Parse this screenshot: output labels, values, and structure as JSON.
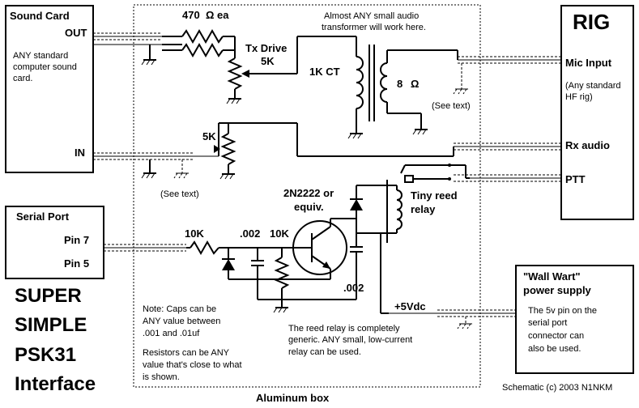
{
  "sound_card": {
    "title": "Sound Card",
    "out_label": "OUT",
    "in_label": "IN",
    "desc_1": "ANY standard",
    "desc_2": "computer sound",
    "desc_3": "card."
  },
  "serial_port": {
    "title": "Serial Port",
    "pin7": "Pin 7",
    "pin5": "Pin 5"
  },
  "big_title": [
    "SUPER",
    "SIMPLE",
    "PSK31",
    "Interface"
  ],
  "rig": {
    "title": "RIG",
    "mic_input": "Mic Input",
    "desc_1": "(Any standard",
    "desc_2": "HF rig)",
    "rx_audio": "Rx audio",
    "ptt": "PTT"
  },
  "components": {
    "resistors_470": "470",
    "omega": "Ω",
    "ea": "ea",
    "tx_drive": "Tx Drive",
    "tx_drive_value": "5K",
    "xfmr_primary": "1K CT",
    "xfmr_secondary": "8",
    "rx_pot": "5K",
    "base_resistor": "10K",
    "bias_resistor": "10K",
    "cap_base": ".002",
    "cap_collector": ".002",
    "transistor_1": "2N2222 or",
    "transistor_2": "equiv.",
    "relay_1": "Tiny reed",
    "relay_2": "relay",
    "supply_voltage": "+5Vdc"
  },
  "notes": {
    "transformer_1": "Almost ANY small audio",
    "transformer_2": "transformer will work here.",
    "see_text": "(See text)",
    "caps_1": "Note: Caps can be",
    "caps_2": "ANY value between",
    "caps_3": ".001 and .01uf",
    "res_1": "Resistors can be ANY",
    "res_2": "value that's close to what",
    "res_3": "is shown.",
    "relay_1": "The reed relay is completely",
    "relay_2": "generic. ANY small, low-current",
    "relay_3": "relay can be used."
  },
  "wall_wart": {
    "title_1": "\"Wall Wart\"",
    "title_2": "power supply",
    "desc_1": "The 5v pin on the",
    "desc_2": "serial port",
    "desc_3": "connector can",
    "desc_4": "also be used."
  },
  "box_label": "Aluminum box",
  "copyright": "Schematic (c) 2003 N1NKM"
}
